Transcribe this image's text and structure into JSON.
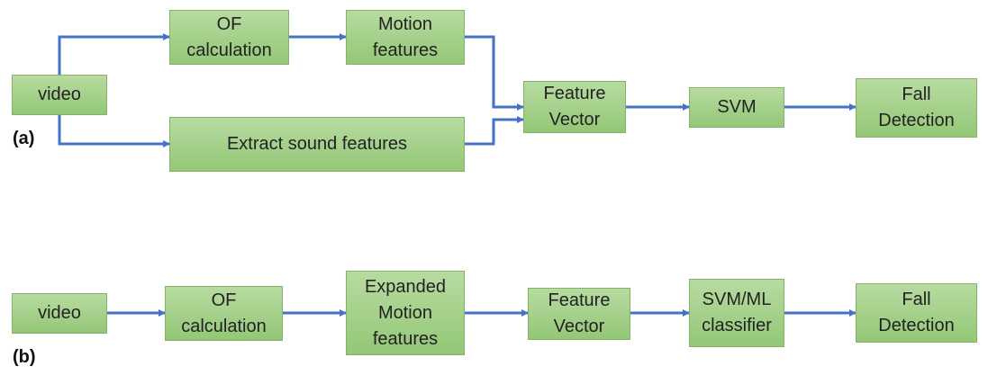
{
  "diagram_a": {
    "label": "(a)",
    "nodes": {
      "video": "video",
      "of_calculation": "OF\ncalculation",
      "motion_features": "Motion\nfeatures",
      "extract_sound": "Extract sound features",
      "feature_vector": "Feature\nVector",
      "svm": "SVM",
      "fall_detection": "Fall\nDetection"
    }
  },
  "diagram_b": {
    "label": "(b)",
    "nodes": {
      "video": "video",
      "of_calculation": "OF\ncalculation",
      "expanded_motion": "Expanded\nMotion\nfeatures",
      "feature_vector": "Feature\nVector",
      "svm_ml": "SVM/ML\nclassifier",
      "fall_detection": "Fall\nDetection"
    }
  },
  "colors": {
    "box_fill": "#a4d08a",
    "box_border": "#82b366",
    "arrow": "#4472c4"
  }
}
